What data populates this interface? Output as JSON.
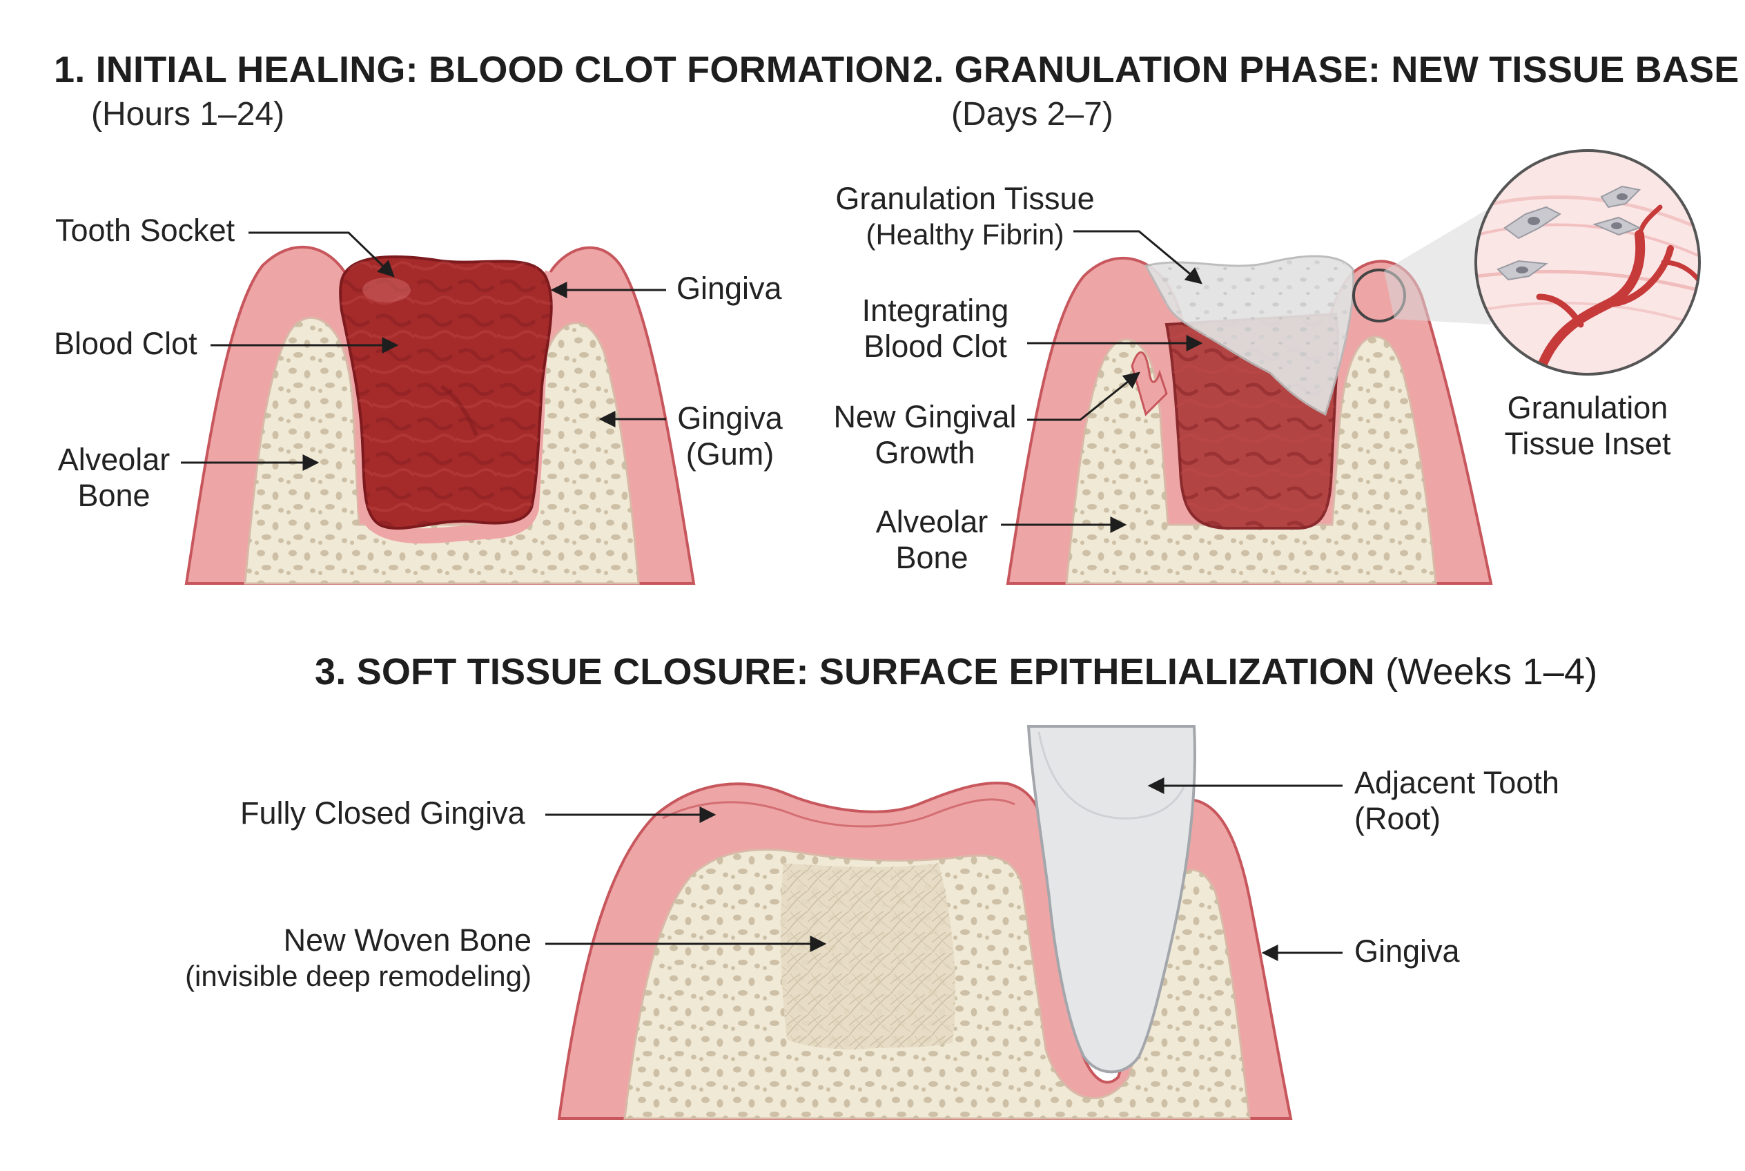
{
  "panel1": {
    "title": "1. INITIAL HEALING: BLOOD CLOT FORMATION",
    "subtitle": "(Hours 1–24)",
    "labels": {
      "tooth_socket": "Tooth Socket",
      "blood_clot": "Blood Clot",
      "alveolar_bone_1": "Alveolar",
      "alveolar_bone_2": "Bone",
      "gingiva": "Gingiva",
      "gingiva_gum_1": "Gingiva",
      "gingiva_gum_2": "(Gum)"
    }
  },
  "panel2": {
    "title": "2. GRANULATION PHASE: NEW TISSUE BASE",
    "subtitle": "(Days 2–7)",
    "labels": {
      "granulation_1": "Granulation Tissue",
      "granulation_2": "(Healthy Fibrin)",
      "integrating_1": "Integrating",
      "integrating_2": "Blood Clot",
      "new_gingival_1": "New Gingival",
      "new_gingival_2": "Growth",
      "alveolar_1": "Alveolar",
      "alveolar_2": "Bone",
      "inset_1": "Granulation",
      "inset_2": "Tissue Inset"
    }
  },
  "panel3": {
    "title_bold": "3. SOFT TISSUE CLOSURE: SURFACE EPITHELIALIZATION",
    "title_normal": " (Weeks 1–4)",
    "labels": {
      "closed_gingiva": "Fully Closed Gingiva",
      "woven_bone_1": "New Woven Bone",
      "woven_bone_2": "(invisible deep remodeling)",
      "adjacent_tooth_1": "Adjacent Tooth",
      "adjacent_tooth_2": "(Root)",
      "gingiva": "Gingiva"
    }
  },
  "colors": {
    "gum": "#eea5a6",
    "gum_edge": "#c7575d",
    "bone": "#f0e9d5",
    "bone_pore": "#c8b9a0",
    "clot": "#a52a2a",
    "clot_dark": "#7d1a1e",
    "fibrin": "#e2e2e2",
    "tooth": "#e4e6e8",
    "vessel": "#c63a3a"
  }
}
